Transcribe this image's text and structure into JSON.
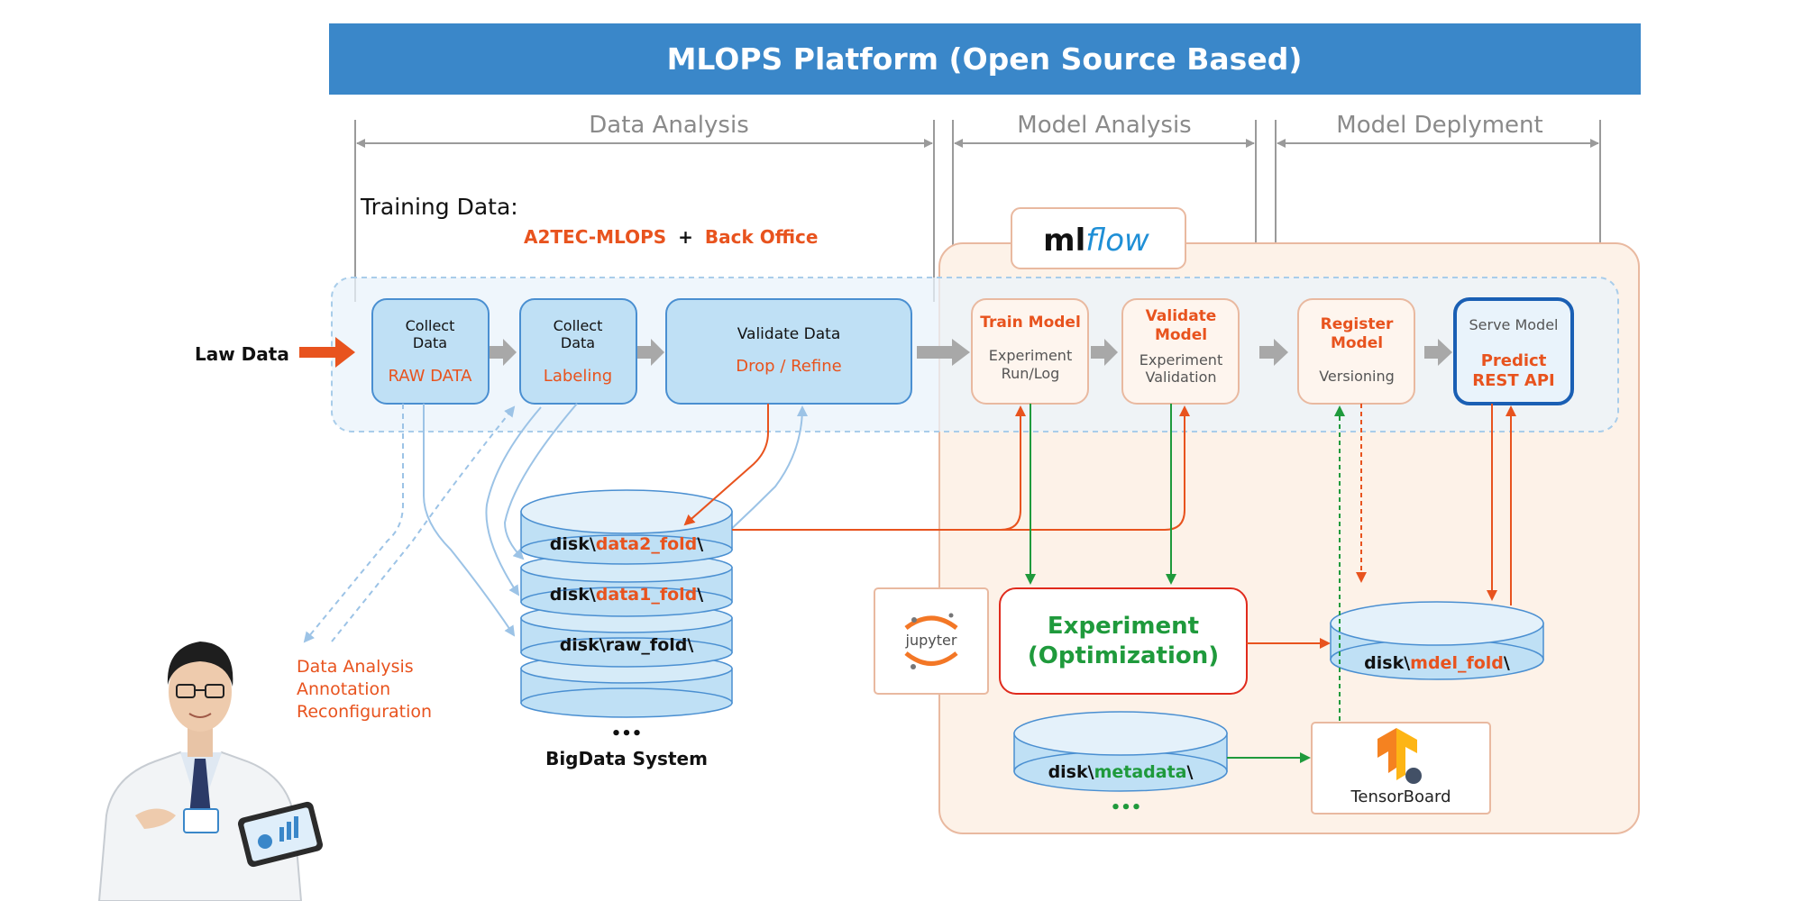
{
  "title": "MLOPS Platform (Open Source Based)",
  "phases": {
    "data_analysis": "Data Analysis",
    "model_analysis": "Model Analysis",
    "model_deployment": "Model Deplyment"
  },
  "training_data": {
    "label": "Training Data:",
    "source_a": "A2TEC-MLOPS",
    "plus": "+",
    "source_b": "Back Office"
  },
  "input_label": "Law Data",
  "mlflow_logo": {
    "ml": "ml",
    "flow": "flow"
  },
  "steps": {
    "collect_raw": {
      "line1": "Collect",
      "line2": "Data",
      "sub": "RAW DATA"
    },
    "collect_label": {
      "line1": "Collect",
      "line2": "Data",
      "sub": "Labeling"
    },
    "validate_data": {
      "title": "Validate Data",
      "sub": "Drop / Refine"
    },
    "train_model": {
      "title": "Train Model",
      "line1": "Experiment",
      "line2": "Run/Log"
    },
    "validate_model": {
      "title1": "Validate",
      "title2": "Model",
      "line1": "Experiment",
      "line2": "Validation"
    },
    "register_model": {
      "title1": "Register",
      "title2": "Model",
      "line1": "Versioning"
    },
    "serve_model": {
      "title": "Serve Model",
      "line1": "Predict",
      "line2": "REST API"
    }
  },
  "bigdata": {
    "prefix": "disk\\",
    "suffix": "\\",
    "data2": "data2_fold",
    "data1": "data1_fold",
    "raw": "disk\\raw_fold\\",
    "dots": "•••",
    "label": "BigData System"
  },
  "human_tasks": [
    "Data Analysis",
    "Annotation",
    "Reconfiguration"
  ],
  "experiment": {
    "line1": "Experiment",
    "line2": "(Optimization)"
  },
  "jupyter_label": "jupyter",
  "model_disk": {
    "prefix": "disk\\",
    "name": "mdel_fold",
    "suffix": "\\"
  },
  "metadata_disk": {
    "prefix": "disk\\",
    "name": "metadata",
    "suffix": "\\",
    "dots": "•••"
  },
  "tensorboard_label": "TensorBoard",
  "colors": {
    "header_blue": "#3a87c9",
    "orange": "#e8531e",
    "green": "#1f9a3c",
    "light_blue_fill": "#bfe0f5",
    "box_border_blue": "#4a8fd1",
    "peach_bg": "#fdf2e8",
    "peach_border": "#e9b9a0",
    "gray": "#9a9a9a"
  }
}
